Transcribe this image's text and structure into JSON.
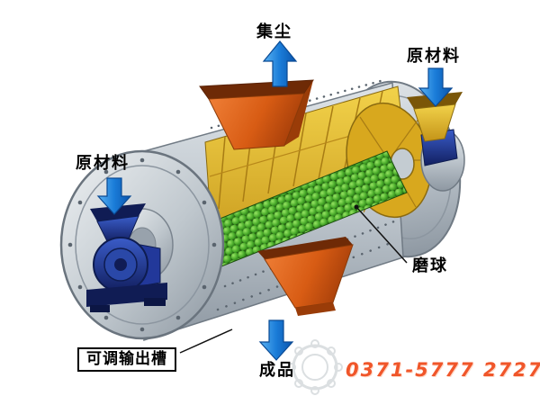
{
  "diagram": {
    "subject": "ball-mill-cutaway-diagram",
    "labels": {
      "dust_collection": "集尘",
      "raw_material_top": "原材料",
      "raw_material_left": "原材料",
      "grinding_balls": "磨球",
      "adjustable_output_slot": "可调输出槽",
      "finished_product": "成品"
    },
    "watermark": {
      "phone": "0371-5777 2727"
    },
    "colors": {
      "arrow_blue": "#1a7cd8",
      "hopper_orange": "#e06418",
      "interior_yellow": "#e6c23a",
      "balls_green": "#3c9e22",
      "machine_blue": "#1c348e",
      "body_gray": "#b4bec6",
      "phone_orange": "#f0562a"
    }
  }
}
